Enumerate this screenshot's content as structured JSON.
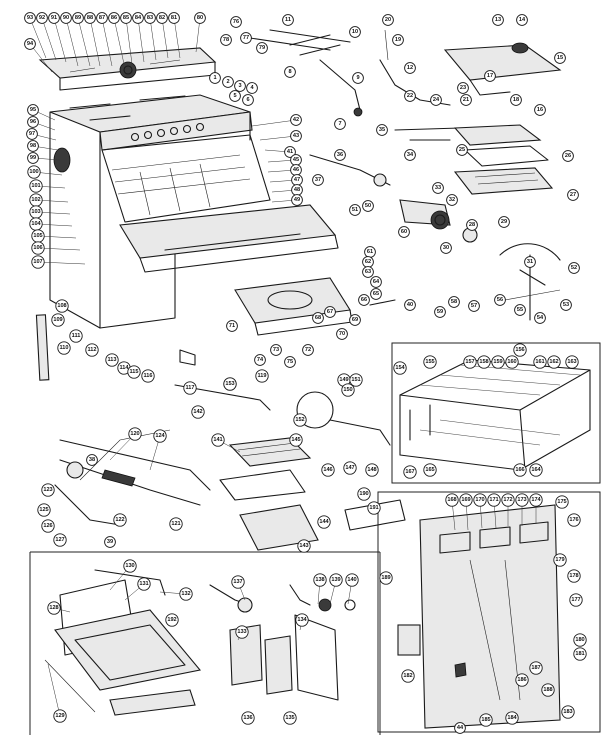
{
  "callouts": [
    {
      "id": "c93",
      "label": "93"
    },
    {
      "id": "c92",
      "label": "92"
    },
    {
      "id": "c91",
      "label": "91"
    },
    {
      "id": "c90",
      "label": "90"
    },
    {
      "id": "c89",
      "label": "89"
    },
    {
      "id": "c88",
      "label": "88"
    },
    {
      "id": "c87",
      "label": "87"
    },
    {
      "id": "c86",
      "label": "86"
    },
    {
      "id": "c85",
      "label": "85"
    },
    {
      "id": "c84",
      "label": "84"
    },
    {
      "id": "c83",
      "label": "83"
    },
    {
      "id": "c82",
      "label": "82"
    },
    {
      "id": "c81",
      "label": "81"
    },
    {
      "id": "c80",
      "label": "80"
    },
    {
      "id": "c94",
      "label": "94"
    },
    {
      "id": "c1",
      "label": "1"
    },
    {
      "id": "c2",
      "label": "2"
    },
    {
      "id": "c3",
      "label": "3"
    },
    {
      "id": "c4",
      "label": "4"
    },
    {
      "id": "c5",
      "label": "5"
    },
    {
      "id": "c6",
      "label": "6"
    },
    {
      "id": "c7",
      "label": "7"
    },
    {
      "id": "c8",
      "label": "8"
    },
    {
      "id": "c9",
      "label": "9"
    },
    {
      "id": "c10",
      "label": "10"
    },
    {
      "id": "c11",
      "label": "11"
    },
    {
      "id": "c12",
      "label": "12"
    },
    {
      "id": "c13",
      "label": "13"
    },
    {
      "id": "c14",
      "label": "14"
    },
    {
      "id": "c15",
      "label": "15"
    },
    {
      "id": "c16",
      "label": "16"
    },
    {
      "id": "c17",
      "label": "17"
    },
    {
      "id": "c18",
      "label": "18"
    },
    {
      "id": "c19",
      "label": "19"
    },
    {
      "id": "c20",
      "label": "20"
    },
    {
      "id": "c21",
      "label": "21"
    },
    {
      "id": "c22",
      "label": "22"
    },
    {
      "id": "c23",
      "label": "23"
    },
    {
      "id": "c24",
      "label": "24"
    },
    {
      "id": "c25",
      "label": "25"
    },
    {
      "id": "c26",
      "label": "26"
    },
    {
      "id": "c27",
      "label": "27"
    },
    {
      "id": "c28",
      "label": "28"
    },
    {
      "id": "c29",
      "label": "29"
    },
    {
      "id": "c30",
      "label": "30"
    },
    {
      "id": "c31",
      "label": "31"
    },
    {
      "id": "c32",
      "label": "32"
    },
    {
      "id": "c33",
      "label": "33"
    },
    {
      "id": "c34",
      "label": "34"
    },
    {
      "id": "c35",
      "label": "35"
    },
    {
      "id": "c36",
      "label": "36"
    },
    {
      "id": "c37",
      "label": "37"
    },
    {
      "id": "c38",
      "label": "38"
    },
    {
      "id": "c39",
      "label": "39"
    },
    {
      "id": "c40",
      "label": "40"
    },
    {
      "id": "c41",
      "label": "41"
    },
    {
      "id": "c42",
      "label": "42"
    },
    {
      "id": "c43",
      "label": "43"
    },
    {
      "id": "c44",
      "label": "44"
    },
    {
      "id": "c45",
      "label": "45"
    },
    {
      "id": "c46",
      "label": "46"
    },
    {
      "id": "c47",
      "label": "47"
    },
    {
      "id": "c48",
      "label": "48"
    },
    {
      "id": "c49",
      "label": "49"
    },
    {
      "id": "c50",
      "label": "50"
    },
    {
      "id": "c51",
      "label": "51"
    },
    {
      "id": "c52",
      "label": "52"
    },
    {
      "id": "c53",
      "label": "53"
    },
    {
      "id": "c54",
      "label": "54"
    },
    {
      "id": "c55",
      "label": "55"
    },
    {
      "id": "c56",
      "label": "56"
    },
    {
      "id": "c57",
      "label": "57"
    },
    {
      "id": "c58",
      "label": "58"
    },
    {
      "id": "c59",
      "label": "59"
    },
    {
      "id": "c60",
      "label": "60"
    },
    {
      "id": "c61",
      "label": "61"
    },
    {
      "id": "c62",
      "label": "62"
    },
    {
      "id": "c63",
      "label": "63"
    },
    {
      "id": "c64",
      "label": "64"
    },
    {
      "id": "c65",
      "label": "65"
    },
    {
      "id": "c66",
      "label": "66"
    },
    {
      "id": "c67",
      "label": "67"
    },
    {
      "id": "c68",
      "label": "68"
    },
    {
      "id": "c69",
      "label": "69"
    },
    {
      "id": "c70",
      "label": "70"
    },
    {
      "id": "c71",
      "label": "71"
    },
    {
      "id": "c72",
      "label": "72"
    },
    {
      "id": "c73",
      "label": "73"
    },
    {
      "id": "c74",
      "label": "74"
    },
    {
      "id": "c75",
      "label": "75"
    },
    {
      "id": "c76",
      "label": "76"
    },
    {
      "id": "c77",
      "label": "77"
    },
    {
      "id": "c78",
      "label": "78"
    },
    {
      "id": "c79",
      "label": "79"
    },
    {
      "id": "c95",
      "label": "95"
    },
    {
      "id": "c96",
      "label": "96"
    },
    {
      "id": "c97",
      "label": "97"
    },
    {
      "id": "c98",
      "label": "98"
    },
    {
      "id": "c99",
      "label": "99"
    },
    {
      "id": "c100",
      "label": "100"
    },
    {
      "id": "c101",
      "label": "101"
    },
    {
      "id": "c102",
      "label": "102"
    },
    {
      "id": "c103",
      "label": "103"
    },
    {
      "id": "c104",
      "label": "104"
    },
    {
      "id": "c105",
      "label": "105"
    },
    {
      "id": "c106",
      "label": "106"
    },
    {
      "id": "c107",
      "label": "107"
    },
    {
      "id": "c108",
      "label": "108"
    },
    {
      "id": "c109",
      "label": "109"
    },
    {
      "id": "c110",
      "label": "110"
    },
    {
      "id": "c111",
      "label": "111"
    },
    {
      "id": "c112",
      "label": "112"
    },
    {
      "id": "c113",
      "label": "113"
    },
    {
      "id": "c114",
      "label": "114"
    },
    {
      "id": "c115",
      "label": "115"
    },
    {
      "id": "c116",
      "label": "116"
    },
    {
      "id": "c117",
      "label": "117"
    },
    {
      "id": "c118",
      "label": "118"
    },
    {
      "id": "c119",
      "label": "119"
    },
    {
      "id": "c120",
      "label": "120"
    },
    {
      "id": "c121",
      "label": "121"
    },
    {
      "id": "c122",
      "label": "122"
    },
    {
      "id": "c123",
      "label": "123"
    },
    {
      "id": "c124",
      "label": "124"
    },
    {
      "id": "c125",
      "label": "125"
    },
    {
      "id": "c126",
      "label": "126"
    },
    {
      "id": "c127",
      "label": "127"
    },
    {
      "id": "c128",
      "label": "128"
    },
    {
      "id": "c129",
      "label": "129"
    },
    {
      "id": "c130",
      "label": "130"
    },
    {
      "id": "c131",
      "label": "131"
    },
    {
      "id": "c132",
      "label": "132"
    },
    {
      "id": "c133",
      "label": "133"
    },
    {
      "id": "c134",
      "label": "134"
    },
    {
      "id": "c135",
      "label": "135"
    },
    {
      "id": "c136",
      "label": "136"
    },
    {
      "id": "c137",
      "label": "137"
    },
    {
      "id": "c138",
      "label": "138"
    },
    {
      "id": "c139",
      "label": "139"
    },
    {
      "id": "c140",
      "label": "140"
    },
    {
      "id": "c141",
      "label": "141"
    },
    {
      "id": "c142",
      "label": "142"
    },
    {
      "id": "c143",
      "label": "143"
    },
    {
      "id": "c144",
      "label": "144"
    },
    {
      "id": "c145",
      "label": "145"
    },
    {
      "id": "c146",
      "label": "146"
    },
    {
      "id": "c147",
      "label": "147"
    },
    {
      "id": "c148",
      "label": "148"
    },
    {
      "id": "c149",
      "label": "149"
    },
    {
      "id": "c150",
      "label": "150"
    },
    {
      "id": "c151",
      "label": "151"
    },
    {
      "id": "c152",
      "label": "152"
    },
    {
      "id": "c153",
      "label": "153"
    },
    {
      "id": "c154",
      "label": "154"
    },
    {
      "id": "c155",
      "label": "155"
    },
    {
      "id": "c156",
      "label": "156"
    },
    {
      "id": "c157",
      "label": "157"
    },
    {
      "id": "c158",
      "label": "158"
    },
    {
      "id": "c159",
      "label": "159"
    },
    {
      "id": "c160",
      "label": "160"
    },
    {
      "id": "c161",
      "label": "161"
    },
    {
      "id": "c162",
      "label": "162"
    },
    {
      "id": "c163",
      "label": "163"
    },
    {
      "id": "c164",
      "label": "164"
    },
    {
      "id": "c165",
      "label": "165"
    },
    {
      "id": "c166",
      "label": "166"
    },
    {
      "id": "c167",
      "label": "167"
    },
    {
      "id": "c168",
      "label": "168"
    },
    {
      "id": "c169",
      "label": "169"
    },
    {
      "id": "c170",
      "label": "170"
    },
    {
      "id": "c171",
      "label": "171"
    },
    {
      "id": "c172",
      "label": "172"
    },
    {
      "id": "c173",
      "label": "173"
    },
    {
      "id": "c174",
      "label": "174"
    },
    {
      "id": "c175",
      "label": "175"
    },
    {
      "id": "c176",
      "label": "176"
    },
    {
      "id": "c177",
      "label": "177"
    },
    {
      "id": "c178",
      "label": "178"
    },
    {
      "id": "c179",
      "label": "179"
    },
    {
      "id": "c180",
      "label": "180"
    },
    {
      "id": "c181",
      "label": "181"
    },
    {
      "id": "c182",
      "label": "182"
    },
    {
      "id": "c183",
      "label": "183"
    },
    {
      "id": "c184",
      "label": "184"
    },
    {
      "id": "c185",
      "label": "185"
    },
    {
      "id": "c186",
      "label": "186"
    },
    {
      "id": "c187",
      "label": "187"
    },
    {
      "id": "c188",
      "label": "188"
    },
    {
      "id": "c189",
      "label": "189"
    },
    {
      "id": "c190",
      "label": "190"
    },
    {
      "id": "c191",
      "label": "191"
    },
    {
      "id": "c192",
      "label": "192"
    }
  ]
}
